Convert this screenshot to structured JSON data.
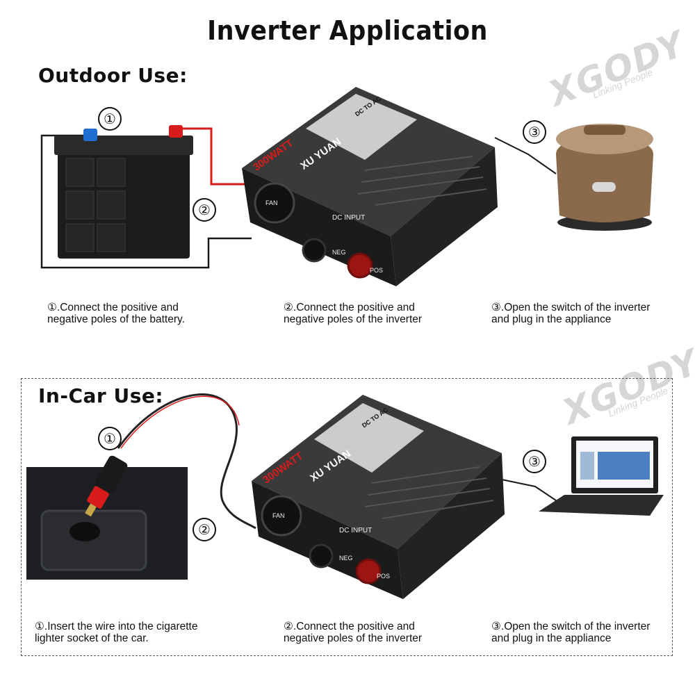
{
  "title": "Inverter Application",
  "watermark": {
    "brand": "XGODY",
    "tagline": "Linking People"
  },
  "outdoor": {
    "heading": "Outdoor Use:",
    "steps": [
      {
        "marker": "①",
        "caption": "①.Connect the positive and\nnegative poles of the battery."
      },
      {
        "marker": "②",
        "caption": "②.Connect the positive and\nnegative poles of the inverter"
      },
      {
        "marker": "③",
        "caption": "③.Open the switch of the inverter\nand plug in the appliance"
      }
    ]
  },
  "incar": {
    "heading": "In-Car Use:",
    "steps": [
      {
        "marker": "①",
        "caption": "①.Insert the wire into the cigarette\nlighter socket of the car."
      },
      {
        "marker": "②",
        "caption": "②.Connect the positive and\nnegative poles of the inverter"
      },
      {
        "marker": "③",
        "caption": "③.Open the switch of the inverter\nand plug in the appliance"
      }
    ]
  },
  "inverter": {
    "watt_label": "300WATT",
    "brand_label": "XU YUAN",
    "mode_label": "DC TO AC",
    "fan_label": "FAN",
    "input_label": "DC INPUT",
    "neg_label": "NEG",
    "pos_label": "POS"
  },
  "colors": {
    "positive": "#d81b1b",
    "negative": "#1a1a1a",
    "battery_cap": "#1f6fd1"
  }
}
